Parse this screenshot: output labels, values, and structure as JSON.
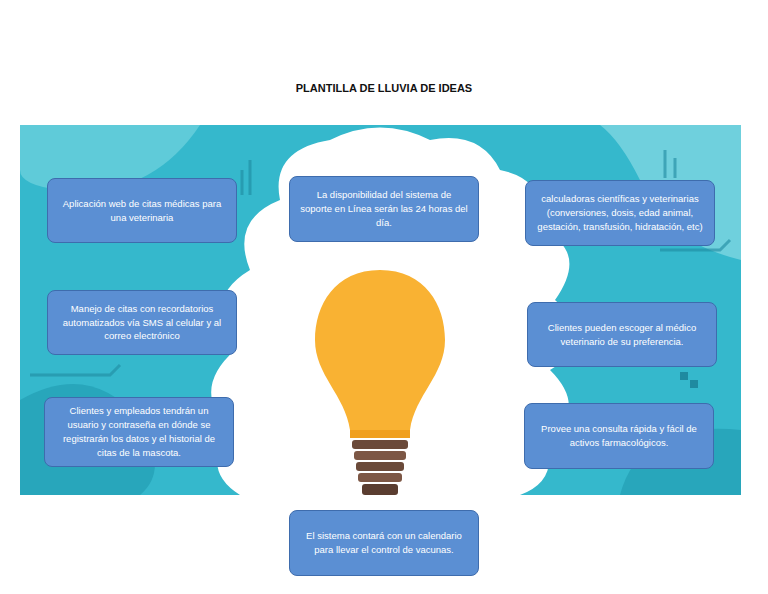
{
  "diagram": {
    "title": "PLANTILLA DE LLUVIA DE IDEAS",
    "nodes": [
      {
        "text": [
          "Aplicación web de citas médicas para una veterinaria"
        ]
      },
      {
        "text": [
          "La disponibilidad del sistema de soporte en Línea serán las 24 horas del día."
        ]
      },
      {
        "text": [
          "calculadoras científicas y veterinarias (conversiones, dosis, edad animal, gestación, transfusión, hidratación, etc)"
        ]
      },
      {
        "text": [
          "Manejo de citas con recordatorios automatizados vía SMS al celular y al correo electrónico"
        ]
      },
      {
        "text": [
          "Clientes pueden escoger al médico veterinario de su preferencia."
        ]
      },
      {
        "text": [
          "Clientes y empleados tendrán un usuario y contraseña en dónde se registrarán los datos y el historial de citas de la mascota."
        ]
      },
      {
        "text": [
          "Provee una consulta rápida y fácil de activos farmacológicos."
        ]
      },
      {
        "text": [
          "El sistema contará con un calendario para llevar el control de vacunas."
        ]
      }
    ]
  }
}
